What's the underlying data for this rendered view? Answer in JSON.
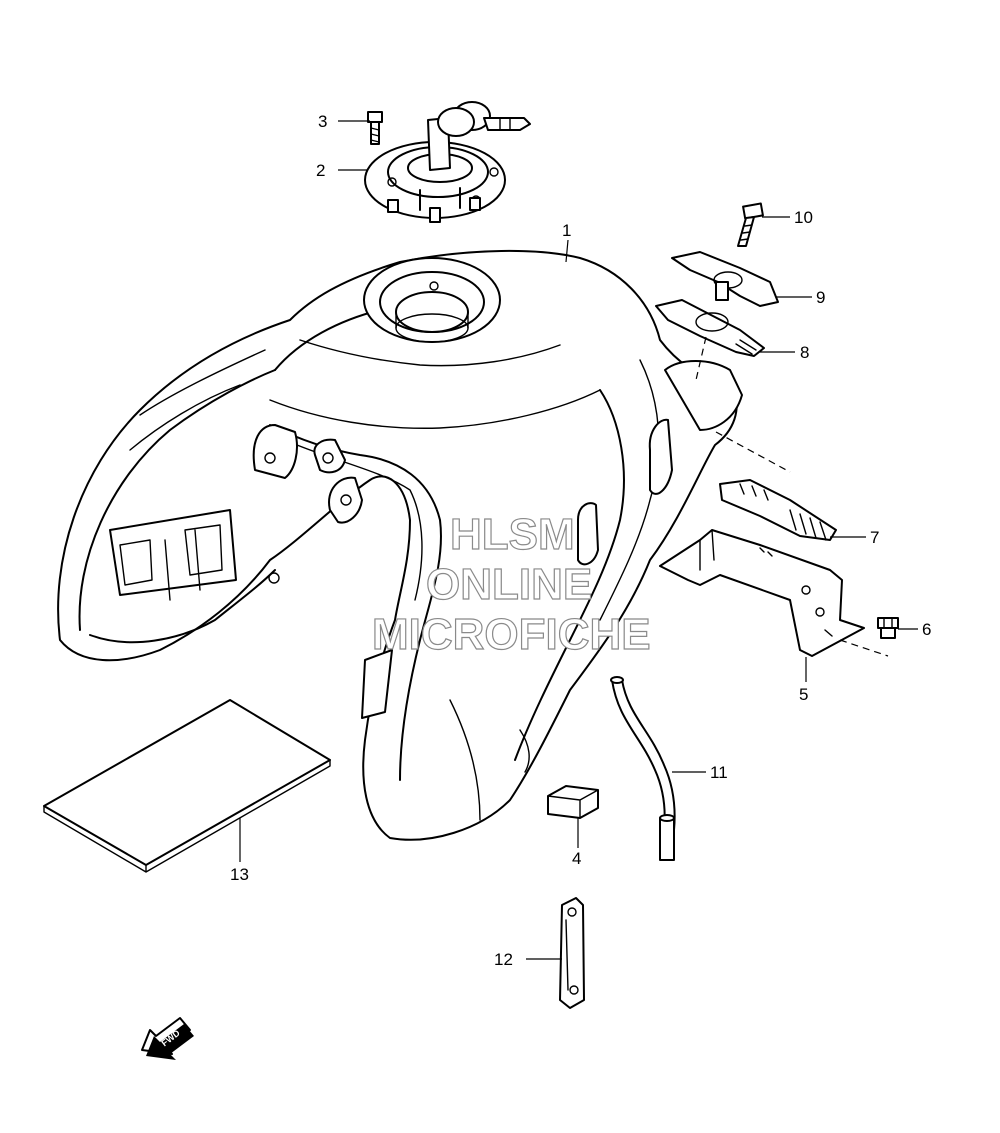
{
  "watermark": {
    "line1": "HLSM",
    "line2": "ONLINE",
    "line3": "MICROFICHE"
  },
  "callouts": [
    {
      "id": "1",
      "text": "1"
    },
    {
      "id": "2",
      "text": "2"
    },
    {
      "id": "3",
      "text": "3"
    },
    {
      "id": "4",
      "text": "4"
    },
    {
      "id": "5",
      "text": "5"
    },
    {
      "id": "6",
      "text": "6"
    },
    {
      "id": "7",
      "text": "7"
    },
    {
      "id": "8",
      "text": "8"
    },
    {
      "id": "9",
      "text": "9"
    },
    {
      "id": "10",
      "text": "10"
    },
    {
      "id": "11",
      "text": "11"
    },
    {
      "id": "12",
      "text": "12"
    },
    {
      "id": "13",
      "text": "13"
    }
  ],
  "fwd_arrow": {
    "text": "FWD"
  }
}
